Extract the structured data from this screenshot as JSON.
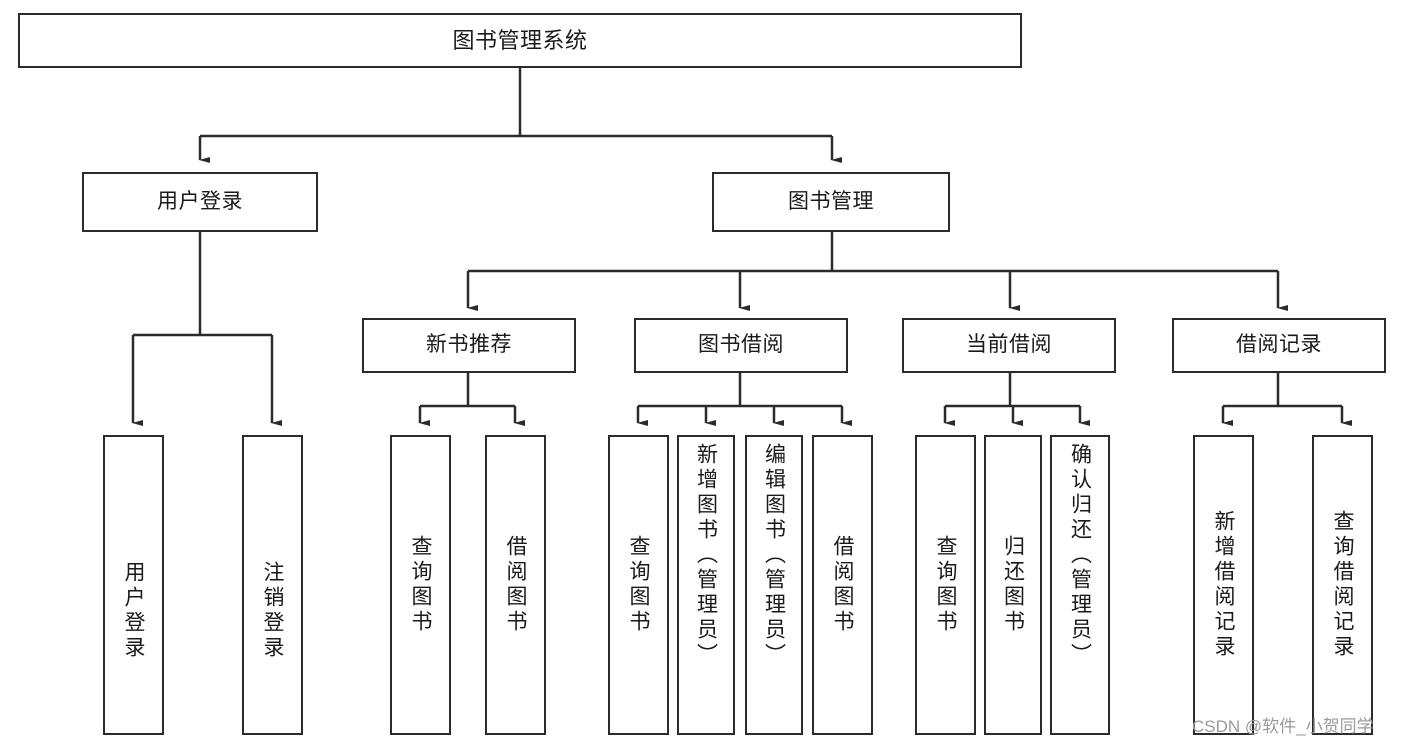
{
  "diagram": {
    "type": "tree",
    "title": "图书管理系统",
    "orientation": "top-down",
    "colors": {
      "background": "#ffffff",
      "node_fill": "#ffffff",
      "node_border": "#2b2b2b",
      "edge": "#2b2b2b",
      "text": "#1a1a1a",
      "watermark": "#9a9a9a"
    },
    "nodes": {
      "root": {
        "label": "图书管理系统"
      },
      "level1": [
        {
          "label": "用户登录"
        },
        {
          "label": "图书管理"
        }
      ],
      "level2": [
        {
          "label": "新书推荐"
        },
        {
          "label": "图书借阅"
        },
        {
          "label": "当前借阅"
        },
        {
          "label": "借阅记录"
        }
      ],
      "leaves_user_login": [
        {
          "label": "用户登录"
        },
        {
          "label": "注销登录"
        }
      ],
      "leaves_new_book": [
        {
          "label": "查询图书"
        },
        {
          "label": "借阅图书"
        }
      ],
      "leaves_borrow": [
        {
          "label": "查询图书"
        },
        {
          "label": "新增图书（管理员）"
        },
        {
          "label": "编辑图书（管理员）"
        },
        {
          "label": "借阅图书"
        }
      ],
      "leaves_current": [
        {
          "label": "查询图书"
        },
        {
          "label": "归还图书"
        },
        {
          "label": "确认归还（管理员）"
        }
      ],
      "leaves_record": [
        {
          "label": "新增借阅记录"
        },
        {
          "label": "查询借阅记录"
        }
      ]
    }
  },
  "watermark": {
    "text": "CSDN @软件_小贺同学"
  }
}
